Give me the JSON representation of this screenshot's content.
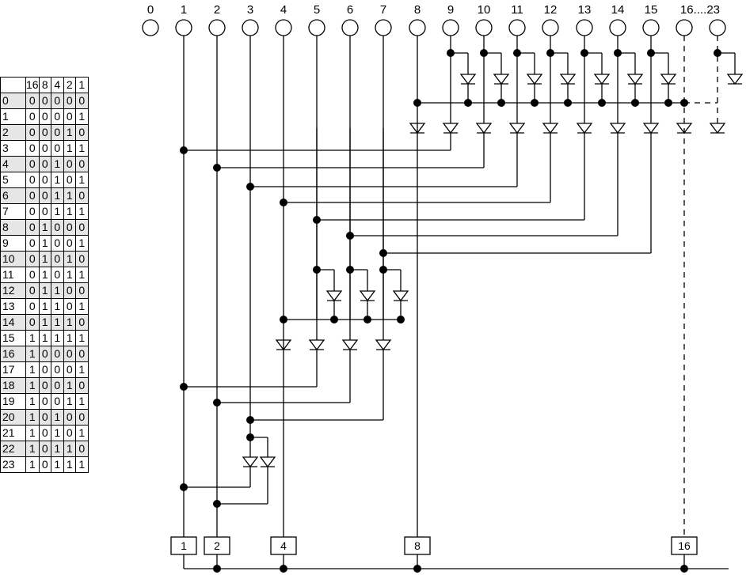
{
  "table": {
    "headers": [
      "",
      "16",
      "8",
      "4",
      "2",
      "1"
    ],
    "rows": [
      [
        "0",
        "0",
        "0",
        "0",
        "0",
        "0"
      ],
      [
        "1",
        "0",
        "0",
        "0",
        "0",
        "1"
      ],
      [
        "2",
        "0",
        "0",
        "0",
        "1",
        "0"
      ],
      [
        "3",
        "0",
        "0",
        "0",
        "1",
        "1"
      ],
      [
        "4",
        "0",
        "0",
        "1",
        "0",
        "0"
      ],
      [
        "5",
        "0",
        "0",
        "1",
        "0",
        "1"
      ],
      [
        "6",
        "0",
        "0",
        "1",
        "1",
        "0"
      ],
      [
        "7",
        "0",
        "0",
        "1",
        "1",
        "1"
      ],
      [
        "8",
        "0",
        "1",
        "0",
        "0",
        "0"
      ],
      [
        "9",
        "0",
        "1",
        "0",
        "0",
        "1"
      ],
      [
        "10",
        "0",
        "1",
        "0",
        "1",
        "0"
      ],
      [
        "11",
        "0",
        "1",
        "0",
        "1",
        "1"
      ],
      [
        "12",
        "0",
        "1",
        "1",
        "0",
        "0"
      ],
      [
        "13",
        "0",
        "1",
        "1",
        "0",
        "1"
      ],
      [
        "14",
        "0",
        "1",
        "1",
        "1",
        "0"
      ],
      [
        "15",
        "1",
        "1",
        "1",
        "1",
        "1"
      ],
      [
        "16",
        "1",
        "0",
        "0",
        "0",
        "0"
      ],
      [
        "17",
        "1",
        "0",
        "0",
        "0",
        "1"
      ],
      [
        "18",
        "1",
        "0",
        "0",
        "1",
        "0"
      ],
      [
        "19",
        "1",
        "0",
        "0",
        "1",
        "1"
      ],
      [
        "20",
        "1",
        "0",
        "1",
        "0",
        "0"
      ],
      [
        "21",
        "1",
        "0",
        "1",
        "0",
        "1"
      ],
      [
        "22",
        "1",
        "0",
        "1",
        "1",
        "0"
      ],
      [
        "23",
        "1",
        "0",
        "1",
        "1",
        "1"
      ]
    ]
  },
  "inputs": [
    "0",
    "1",
    "2",
    "3",
    "4",
    "5",
    "6",
    "7",
    "8",
    "9",
    "10",
    "11",
    "12",
    "13",
    "14",
    "15",
    "16....23"
  ],
  "outputs": [
    "1",
    "2",
    "4",
    "8",
    "16"
  ]
}
